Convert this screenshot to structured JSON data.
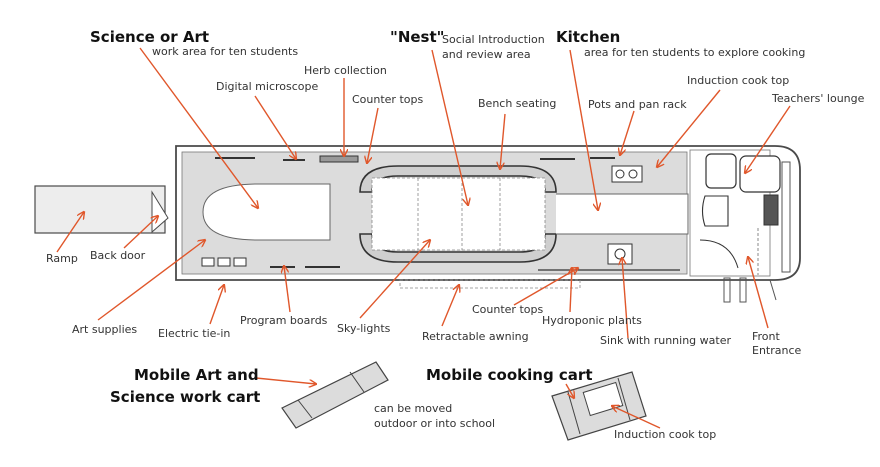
{
  "labels": {
    "science_title": "Science or Art",
    "science_desc": "work area for ten students",
    "herb": "Herb collection",
    "microscope": "Digital microscope",
    "counter_top": "Counter tops",
    "nest_title": "\"Nest\"",
    "nest_desc_1": "Social Introduction",
    "nest_desc_2": "and review area",
    "bench": "Bench seating",
    "kitchen_title": "Kitchen",
    "kitchen_desc": "area for ten students to explore cooking",
    "induction_top": "Induction cook top",
    "pots": "Pots and pan rack",
    "teachers": "Teachers' lounge",
    "ramp": "Ramp",
    "back_door": "Back door",
    "art_supplies": "Art supplies",
    "electric": "Electric tie-in",
    "program": "Program boards",
    "skylights": "Sky-lights",
    "awning": "Retractable awning",
    "counter_bottom": "Counter tops",
    "hydroponic": "Hydroponic plants",
    "sink": "Sink with running water",
    "front_1": "Front",
    "front_2": "Entrance",
    "art_cart_1": "Mobile Art and",
    "art_cart_2": "Science work cart",
    "cart_moved_1": "can be moved",
    "cart_moved_2": "outdoor or into school",
    "cook_cart": "Mobile cooking cart",
    "induction_bottom": "Induction cook top"
  },
  "colors": {
    "arrow": "#e0572b",
    "outline": "#4a4a4a",
    "floor": "#dcdcdc"
  }
}
